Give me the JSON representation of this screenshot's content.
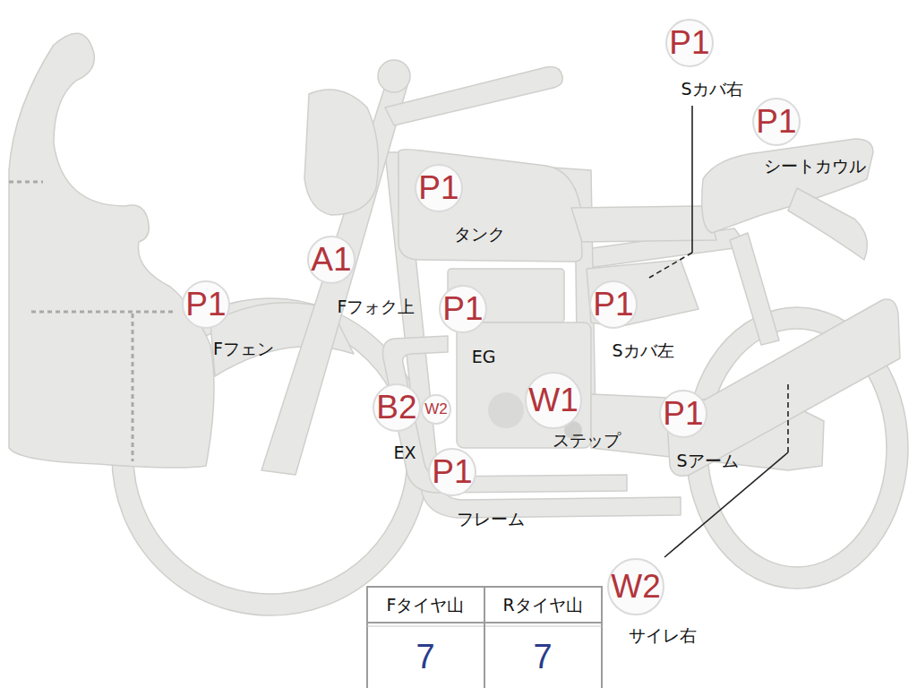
{
  "diagram": {
    "nodes": [
      {
        "text": [
          "P1",
          "Sカバ右"
        ]
      },
      {
        "text": [
          "P1",
          "シートカウル"
        ]
      },
      {
        "text": [
          "P1",
          "タンク"
        ]
      },
      {
        "text": [
          "A1",
          "Fフォク上"
        ]
      },
      {
        "text": [
          "P1",
          "Fフェン"
        ]
      },
      {
        "text": [
          "P1",
          "EG"
        ]
      },
      {
        "text": [
          "P1",
          "Sカバ左"
        ]
      },
      {
        "text": [
          "W1",
          "ステップ"
        ]
      },
      {
        "text": [
          "P1",
          "Sアーム"
        ]
      },
      {
        "text": [
          "B2",
          "EX"
        ]
      },
      {
        "text": [
          "W2"
        ]
      },
      {
        "text": [
          "P1",
          "フレーム"
        ]
      },
      {
        "text": [
          "W2",
          "サイレ右"
        ]
      }
    ],
    "labels": [
      "Fタイヤ山",
      "Rタイヤ山",
      "7",
      "7"
    ]
  }
}
